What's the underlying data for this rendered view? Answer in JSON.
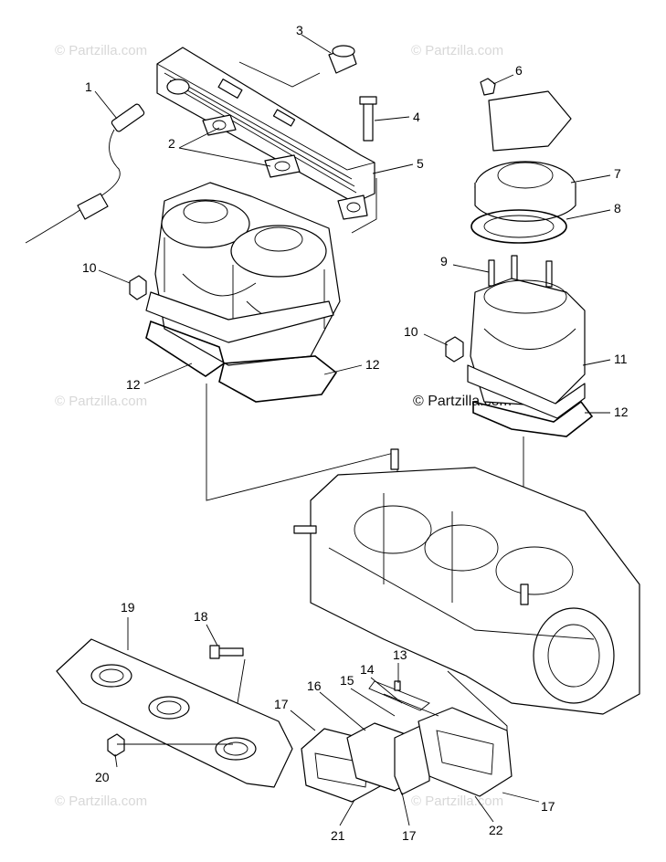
{
  "watermark": "© Partzilla.com",
  "watermark_center": "© Partzilla.com",
  "callouts": {
    "c1": "1",
    "c2": "2",
    "c3": "3",
    "c4": "4",
    "c5": "5",
    "c6": "6",
    "c7": "7",
    "c8": "8",
    "c9": "9",
    "c10a": "10",
    "c10b": "10",
    "c11": "11",
    "c12a": "12",
    "c12b": "12",
    "c12c": "12",
    "c13": "13",
    "c14": "14",
    "c15": "15",
    "c16": "16",
    "c17a": "17",
    "c17b": "17",
    "c17c": "17",
    "c18": "18",
    "c19": "19",
    "c20": "20",
    "c21": "21",
    "c22": "22"
  }
}
